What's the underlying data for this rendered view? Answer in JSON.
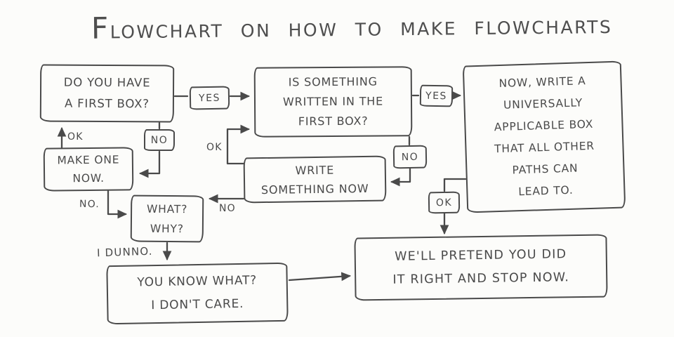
{
  "title": "FLOWCHART ON HOW TO MAKE FLOWCHARTS",
  "colors": {
    "ink": "#4a4a4a",
    "paper": "#fcfcfa"
  },
  "nodes": {
    "first": {
      "text": "DO YOU HAVE\nA FIRST BOX?"
    },
    "written": {
      "text": "IS SOMETHING\nWRITTEN IN THE\nFIRST BOX?"
    },
    "universal": {
      "text": "NOW, WRITE A\nUNIVERSALLY\nAPPLICABLE BOX\nTHAT ALL OTHER\nPATHS CAN\nLEAD TO."
    },
    "make_one": {
      "text": "MAKE ONE\nNOW."
    },
    "write_something": {
      "text": "WRITE\nSOMETHING NOW"
    },
    "what_why": {
      "text": "WHAT?\nWHY?"
    },
    "dont_care": {
      "text": "YOU KNOW WHAT?\nI DON'T CARE."
    },
    "pretend": {
      "text": "WE'LL PRETEND YOU DID\nIT RIGHT AND STOP NOW."
    }
  },
  "edge_labels": {
    "yes_first_to_written": "YES",
    "yes_written_to_universal": "YES",
    "no_first_to_make_one": "NO",
    "no_written_to_write": "NO",
    "ok_universal_to_pretend": "OK",
    "ok_make_one_to_first": "OK",
    "ok_write_to_written": "OK",
    "no_make_one_to_what": "NO.",
    "no_write_to_what": "NO",
    "i_dunno_what_to_care": "I DUNNO."
  }
}
